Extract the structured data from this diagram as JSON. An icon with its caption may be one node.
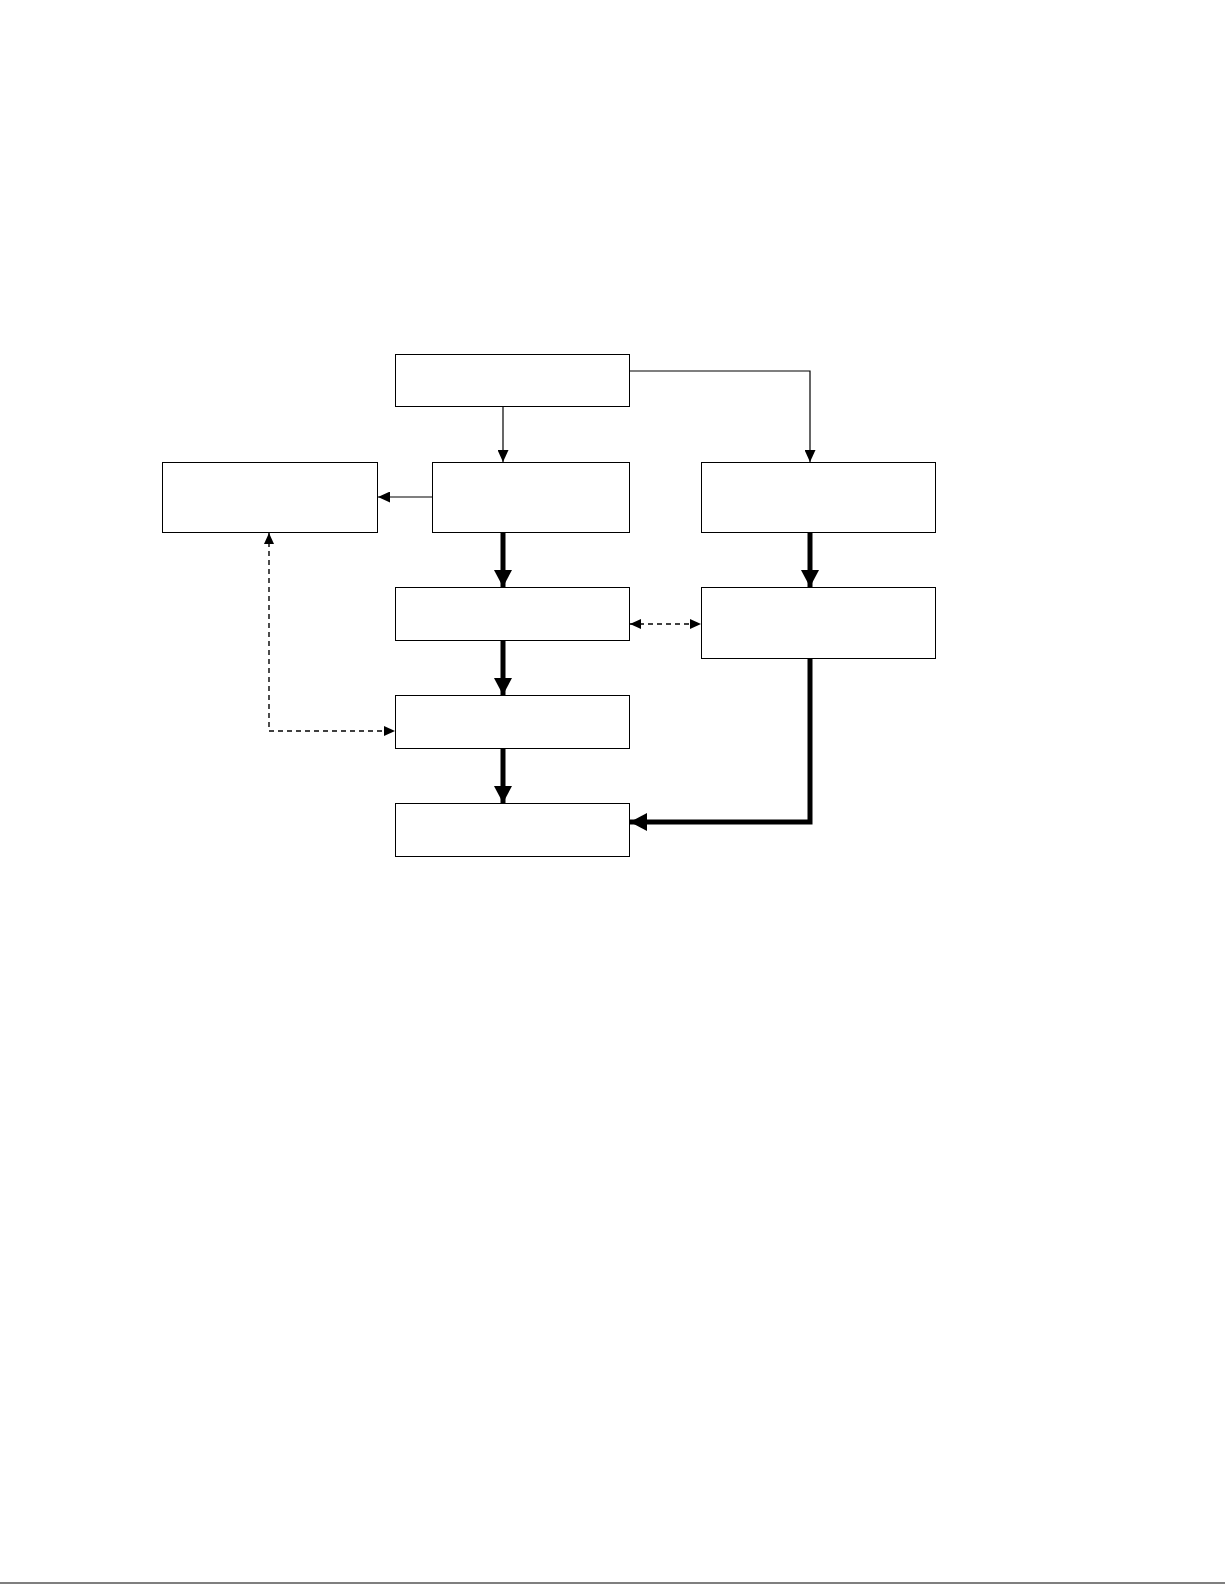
{
  "diagram": {
    "nodes": [
      {
        "text": [],
        "shape": "box"
      },
      {
        "text": [],
        "shape": "box"
      },
      {
        "text": [],
        "shape": "box"
      },
      {
        "text": [],
        "shape": "box"
      },
      {
        "text": [],
        "shape": "box"
      },
      {
        "text": [],
        "shape": "box"
      },
      {
        "text": [],
        "shape": "box"
      },
      {
        "text": [],
        "shape": "box"
      }
    ],
    "edges": [
      {
        "from": 0,
        "to": 2,
        "arrow": "to"
      },
      {
        "from": 0,
        "to": 3,
        "arrow": "to"
      },
      {
        "from": 2,
        "to": 1,
        "arrow": "to"
      },
      {
        "from": 2,
        "to": 4,
        "arrow": "to",
        "style": "thick"
      },
      {
        "from": 3,
        "to": 5,
        "arrow": "to",
        "style": "thick"
      },
      {
        "from": 4,
        "to": 5,
        "arrow": "both",
        "style": "dashed"
      },
      {
        "from": 4,
        "to": 6,
        "arrow": "to",
        "style": "thick"
      },
      {
        "from": 1,
        "to": 6,
        "arrow": "both",
        "style": "dashed"
      },
      {
        "from": 6,
        "to": 7,
        "arrow": "to",
        "style": "thick"
      },
      {
        "from": 5,
        "to": 7,
        "arrow": "to",
        "style": "thick"
      }
    ]
  }
}
